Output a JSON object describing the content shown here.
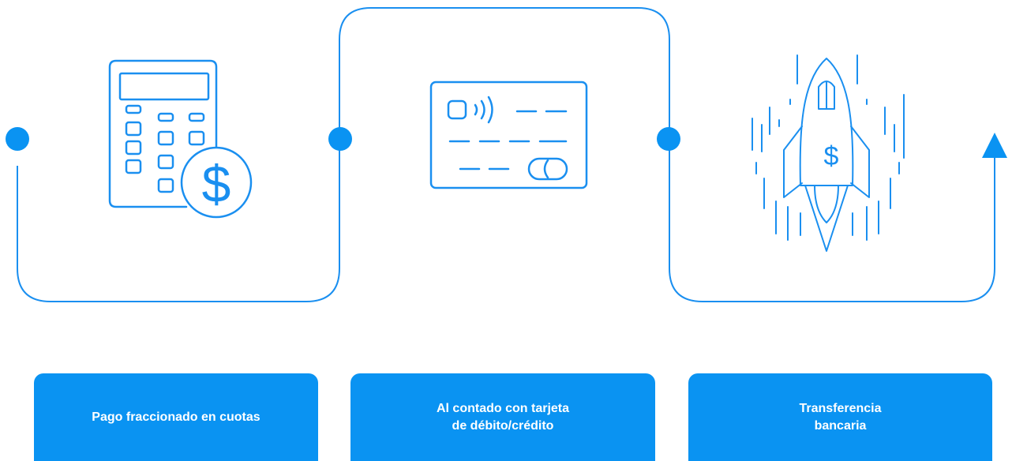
{
  "colors": {
    "accent": "#0a93f2",
    "line": "#1a8ff0",
    "card_text": "#ffffff",
    "background": "#ffffff"
  },
  "icons": [
    "calculator-dollar-icon",
    "credit-card-contactless-icon",
    "rocket-dollar-icon"
  ],
  "icon_glyphs": {
    "dollar": "$"
  },
  "cards": [
    {
      "lines": [
        "Pago fraccionado en cuotas"
      ]
    },
    {
      "lines": [
        "Al contado con tarjeta",
        "de débito/crédito"
      ]
    },
    {
      "lines": [
        "Transferencia",
        "bancaria"
      ]
    }
  ]
}
